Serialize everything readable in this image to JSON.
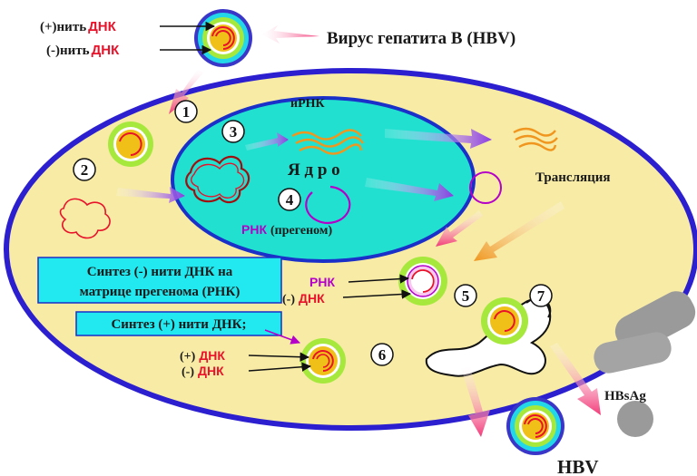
{
  "labels": {
    "plus_strand_prefix": "(+)нить",
    "minus_strand_prefix": "(-)нить",
    "dna": "ДНК",
    "virus_title": "Вирус гепатита В (HBV)",
    "mrna": "иРНК",
    "nucleus": "Я д р о",
    "rna_pregenome_rna": "РНК",
    "rna_pregenome_suffix": "(прегеном)",
    "translation": "Трансляция",
    "synth_minus_line1": "Синтез (-) нити ДНК на",
    "synth_minus_line2": "матрице прегенома (РНК)",
    "synth_plus": "Синтез (+) нити ДНК;",
    "rna": "РНК",
    "minus_dna_prefix": "(-)",
    "plus_paren": "(+)",
    "minus_paren": "(-)",
    "hbsag": "HBsAg",
    "hbv": "HBV"
  },
  "steps": [
    "1",
    "2",
    "3",
    "4",
    "5",
    "6",
    "7"
  ],
  "colors": {
    "cell_fill": "#f7eba6",
    "cell_border": "#2b1fd0",
    "nucleus_fill": "#22e0d0",
    "nucleus_border": "#1a30c8",
    "box_fill": "#22e8f0",
    "dna_red": "#e8122a",
    "rna_purple": "#b400c8",
    "arrow_pink": "#f23a78",
    "arrow_orange": "#f0961e"
  }
}
